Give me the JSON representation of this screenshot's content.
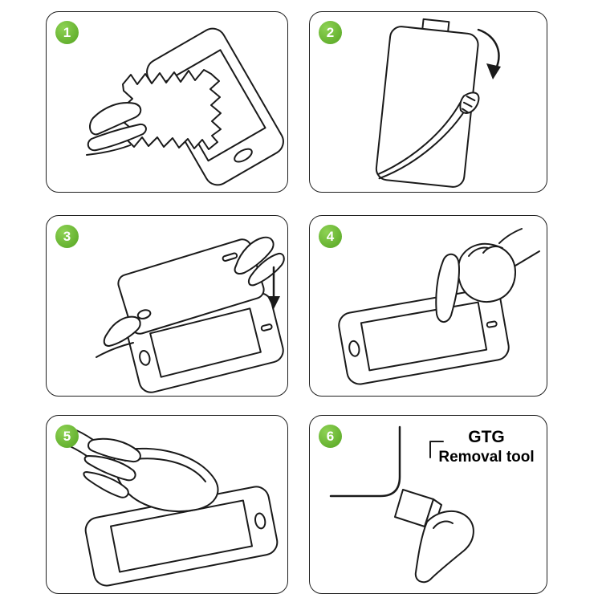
{
  "colors": {
    "badge_green": "#6abe35",
    "line": "#1a1a1a"
  },
  "steps": [
    {
      "number": "1",
      "illustration": "wipe-phone-screen-with-cloth"
    },
    {
      "number": "2",
      "illustration": "peel-protective-film-from-glass"
    },
    {
      "number": "3",
      "illustration": "align-glass-and-lower-onto-phone"
    },
    {
      "number": "4",
      "illustration": "press-center-of-screen-with-finger"
    },
    {
      "number": "5",
      "illustration": "smooth-film-over-screen"
    },
    {
      "number": "6",
      "illustration": "corner-removal-tool",
      "label": {
        "line1": "GTG",
        "line2": "Removal tool"
      }
    }
  ]
}
